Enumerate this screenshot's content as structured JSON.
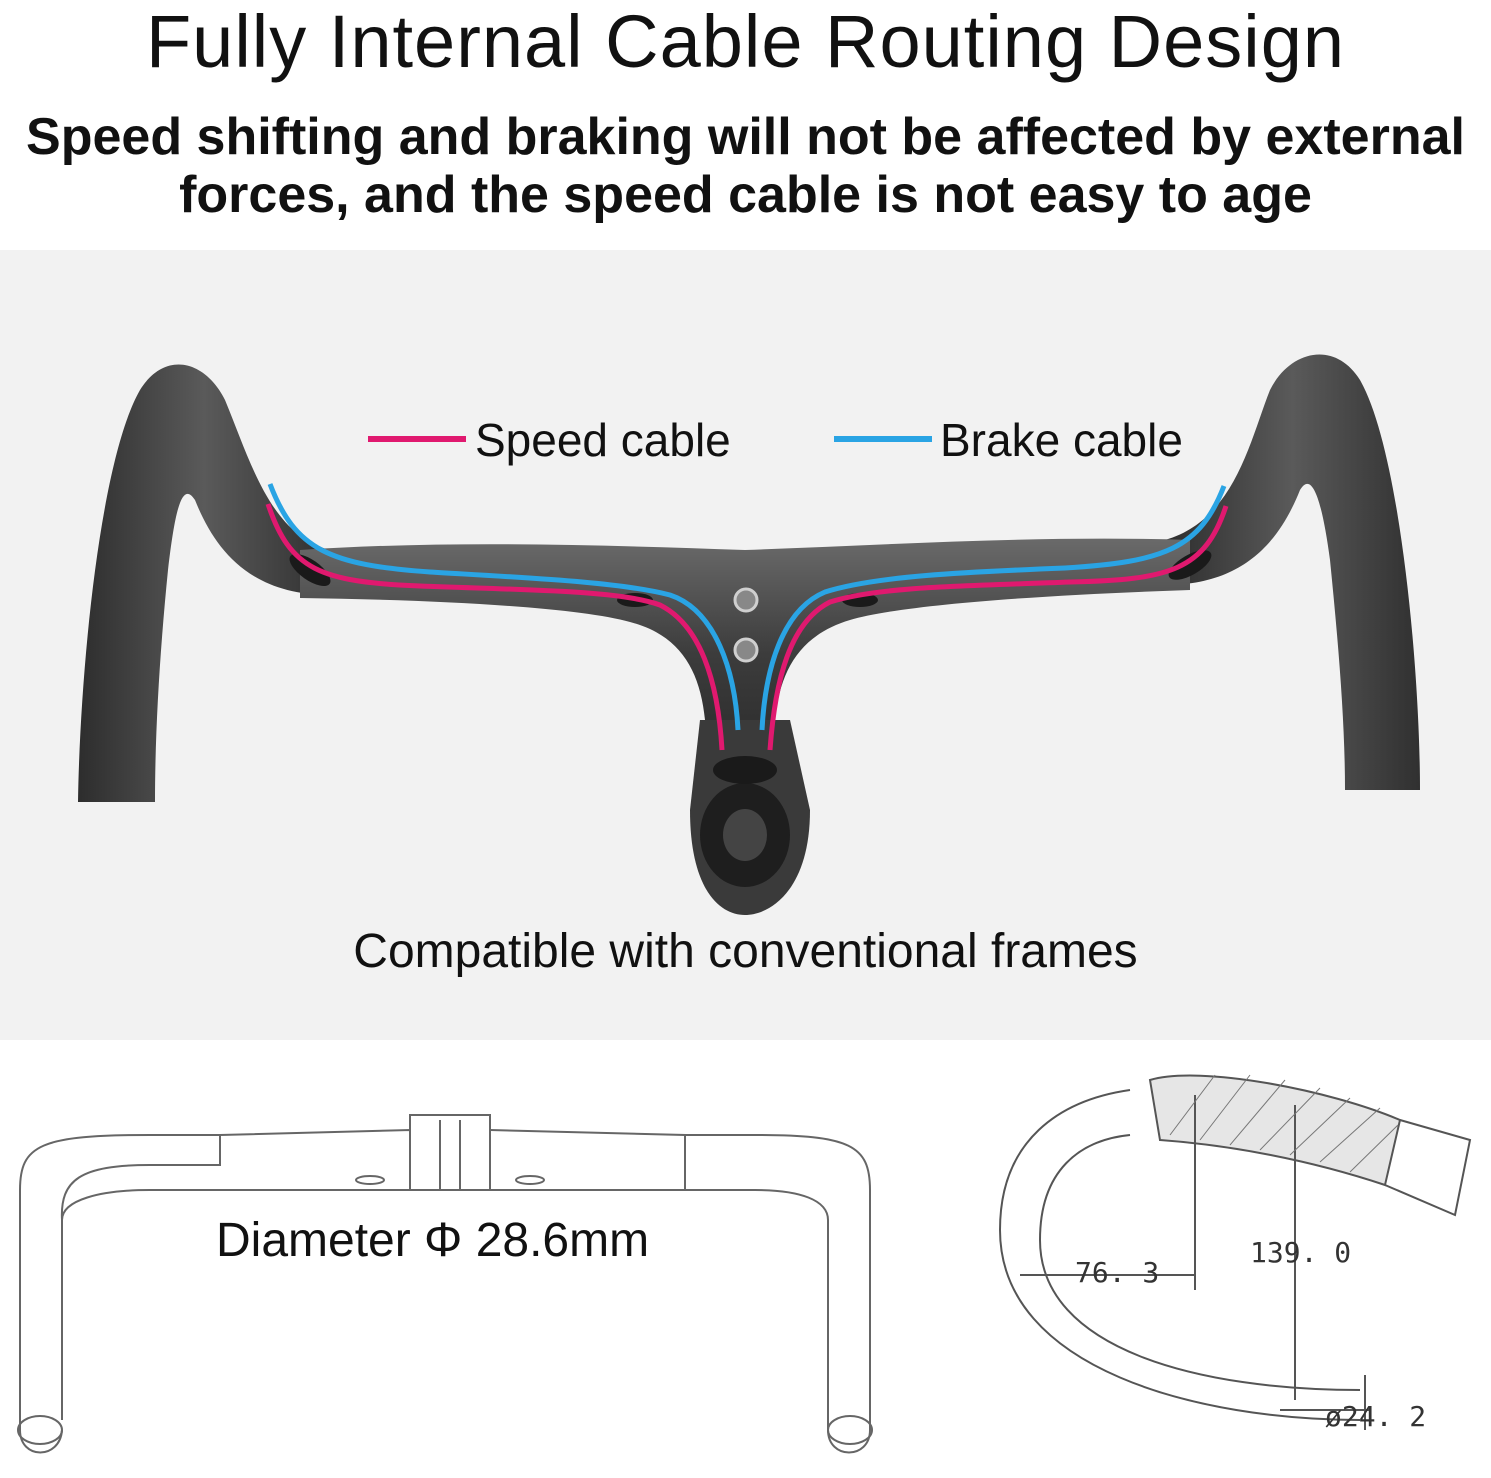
{
  "header": {
    "title": "Fully Internal Cable Routing Design",
    "subtitle_line1": "Speed shifting and braking will not be affected by external",
    "subtitle_line2": "forces, and the speed cable is not easy to age"
  },
  "legend": {
    "speed_label": "Speed cable",
    "brake_label": "Brake cable",
    "speed_color": "#e0196f",
    "brake_color": "#2aa4e4"
  },
  "photo": {
    "caption": "Compatible with conventional frames"
  },
  "drawings": {
    "diameter_label": "Diameter Φ 28.6mm",
    "reach_dim": "76. 3",
    "drop_dim": "139. 0",
    "clamp_dim": "ø24. 2"
  }
}
